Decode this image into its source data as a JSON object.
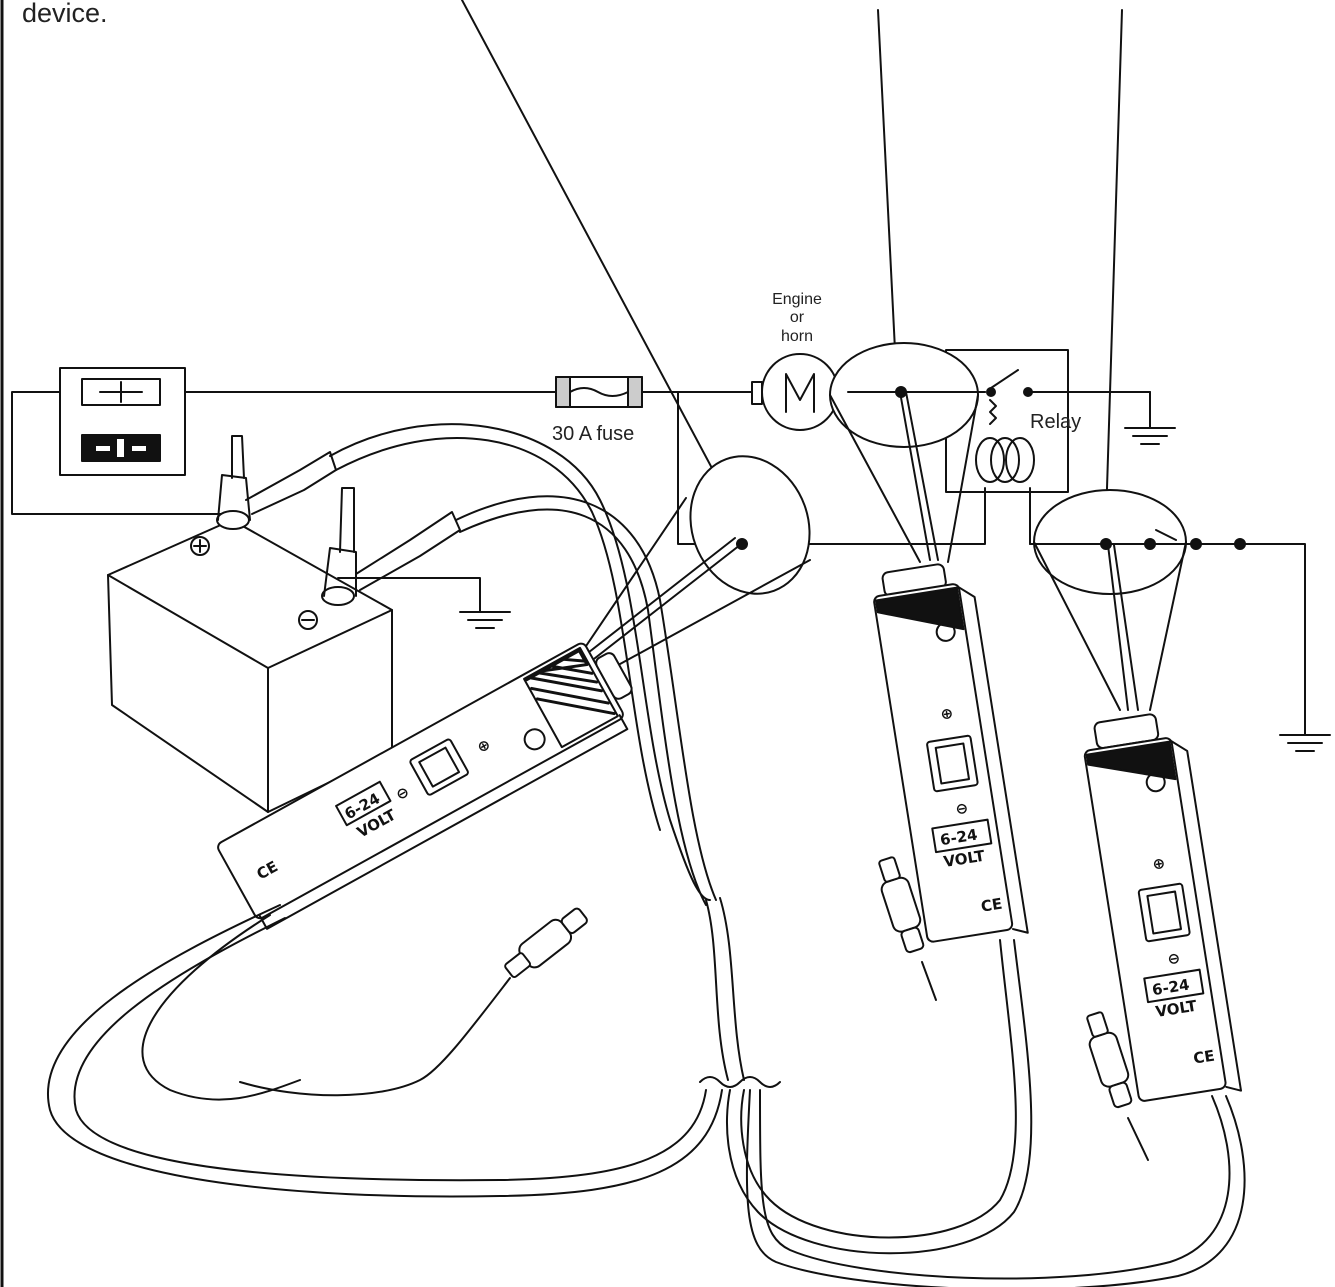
{
  "caption": "device.",
  "labels": {
    "fuse": "30 A fuse",
    "motor_line1": "Engine",
    "motor_line2": "or",
    "motor_line3": "horn",
    "relay": "Relay"
  },
  "tester": {
    "range": "6-24",
    "unit": "VOLT",
    "ce_mark": "CE"
  },
  "icons": [
    "battery-icon",
    "fuse-icon",
    "motor-icon",
    "relay-icon",
    "ground-icon",
    "plus-icon",
    "minus-icon",
    "ce-mark-icon"
  ]
}
